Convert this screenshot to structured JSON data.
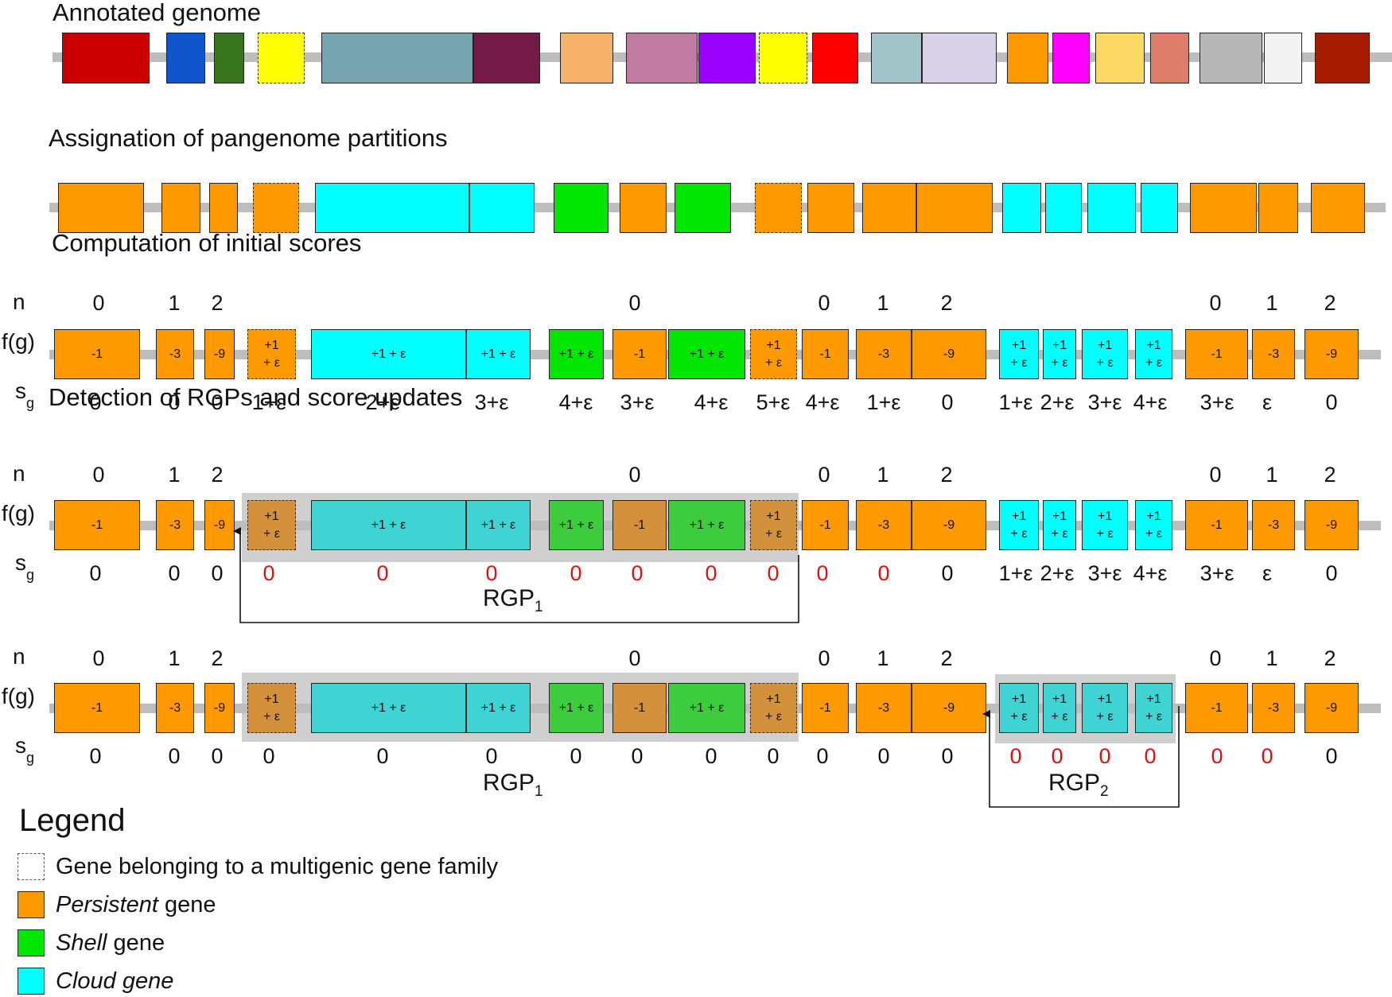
{
  "sections": {
    "annotated": "Annotated genome",
    "partitions": "Assignation of pangenome partitions",
    "initial_scores": "Computation of initial scores",
    "detection": "Detection of RGPs and score updates"
  },
  "row_labels": {
    "n": "n",
    "f": "f(g)",
    "s_base": "s",
    "s_sub": "g"
  },
  "colors": {
    "persistent": "#ff9900",
    "shell": "#00e600",
    "cloud": "#00ffff",
    "persistent_rgp": "#d4913c",
    "shell_rgp": "#3dcc3d",
    "cloud_rgp": "#3fd3d3",
    "rgp_background": "#cfcfcf",
    "red_score": "#e01010"
  },
  "annotated_genome_colors": [
    "#cc0000",
    "#1155cc",
    "#38761d",
    "#ffff00",
    "#76a5af",
    "#741b47",
    "#f6b26b",
    "#c27ba0",
    "#9900ff",
    "#ffff00",
    "#ff0000",
    "#a2c4c9",
    "#d9d2e9",
    "#ff9900",
    "#ff00ff",
    "#ffd966",
    "#dd7e6b",
    "#b7b7b7",
    "#f3f3f3",
    "#a61c00"
  ],
  "partition_classes": [
    "persistent",
    "persistent",
    "persistent",
    "persistent",
    "cloud",
    "cloud",
    "shell",
    "persistent",
    "shell",
    "persistent",
    "persistent",
    "persistent",
    "persistent",
    "cloud",
    "cloud",
    "cloud",
    "cloud",
    "persistent",
    "persistent",
    "persistent"
  ],
  "multigenic_flags": [
    false,
    false,
    false,
    true,
    false,
    false,
    false,
    false,
    false,
    true,
    false,
    false,
    false,
    false,
    false,
    false,
    false,
    false,
    false,
    false
  ],
  "gene_labels": [
    "-1",
    "-3",
    "-9",
    "+1\n+ ε",
    "+1 + ε",
    "+1 + ε",
    "+1 + ε",
    "-1",
    "+1 + ε",
    "+1\n+ ε",
    "-1",
    "-3",
    "-9",
    "+1\n+ ε",
    "+1\n+ ε",
    "+1\n+ ε",
    "+1\n+ ε",
    "-1",
    "-3",
    "-9"
  ],
  "n_labels": [
    "0",
    "1",
    "2",
    "0",
    "0",
    "1",
    "2",
    "0",
    "1",
    "2"
  ],
  "initial_scores": [
    "0",
    "0",
    "0",
    "1+ε",
    "2+ε",
    "3+ε",
    "4+ε",
    "3+ε",
    "4+ε",
    "5+ε",
    "4+ε",
    "1+ε",
    "0",
    "1+ε",
    "2+ε",
    "3+ε",
    "4+ε",
    "3+ε",
    "ε",
    "0"
  ],
  "scores_after_rgp1": [
    "0",
    "0",
    "0",
    "0",
    "0",
    "0",
    "0",
    "0",
    "0",
    "0",
    "0",
    "0",
    "0",
    "1+ε",
    "2+ε",
    "3+ε",
    "4+ε",
    "3+ε",
    "ε",
    "0"
  ],
  "scores_after_rgp2": [
    "0",
    "0",
    "0",
    "0",
    "0",
    "0",
    "0",
    "0",
    "0",
    "0",
    "0",
    "0",
    "0",
    "0",
    "0",
    "0",
    "0",
    "0",
    "0",
    "0"
  ],
  "red_after_rgp1": [
    false,
    false,
    false,
    true,
    true,
    true,
    true,
    true,
    true,
    true,
    true,
    true,
    false,
    false,
    false,
    false,
    false,
    false,
    false,
    false
  ],
  "red_after_rgp2": [
    false,
    false,
    false,
    false,
    false,
    false,
    false,
    false,
    false,
    false,
    false,
    false,
    false,
    true,
    true,
    true,
    true,
    true,
    true,
    false
  ],
  "rgp": {
    "label": "RGP",
    "sub1": "1",
    "sub2": "2"
  },
  "legend": {
    "title": "Legend",
    "multigenic": "Gene belonging to a multigenic gene family",
    "persistent_word": "Persistent",
    "shell_word": "Shell",
    "gene_suffix": " gene",
    "cloud": "Cloud gene"
  }
}
